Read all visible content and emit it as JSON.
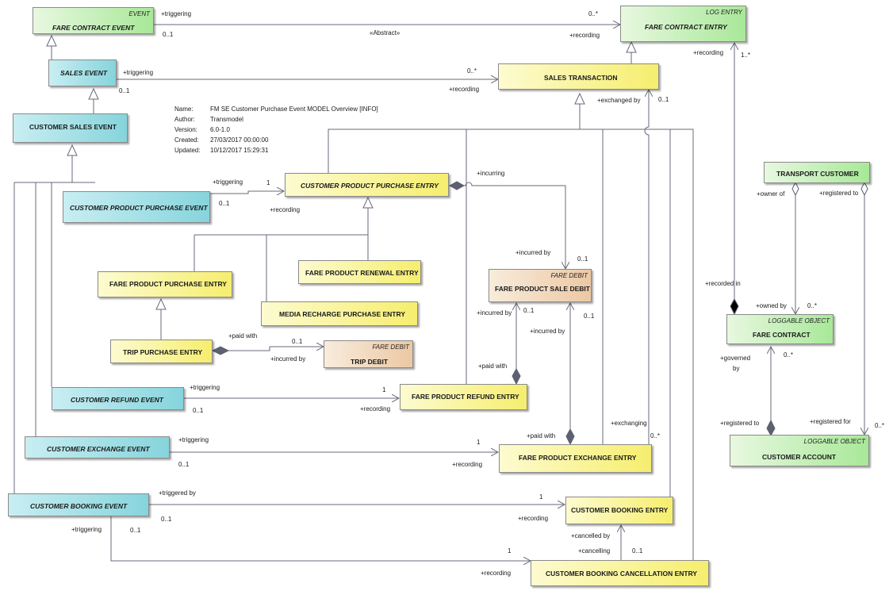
{
  "diagram_info": [
    {
      "key": "Name:",
      "value": "FM SE Customer Purchase Event MODEL Overview [INFO]"
    },
    {
      "key": "Author:",
      "value": "Transmodel"
    },
    {
      "key": "Version:",
      "value": "6.0-1.0"
    },
    {
      "key": "Created:",
      "value": "27/03/2017 00:00:00"
    },
    {
      "key": "Updated:",
      "value": "10/12/2017 15:29:31"
    }
  ],
  "classes": {
    "fare_contract_event": {
      "stereotype": "EVENT",
      "name": "FARE CONTRACT EVENT"
    },
    "fare_contract_entry": {
      "stereotype": "LOG ENTRY",
      "name": "FARE CONTRACT ENTRY"
    },
    "sales_event": {
      "name": "SALES EVENT"
    },
    "sales_transaction": {
      "name": "SALES TRANSACTION"
    },
    "customer_sales_event": {
      "name": "CUSTOMER SALES EVENT"
    },
    "customer_product_purchase_event": {
      "name": "CUSTOMER PRODUCT PURCHASE EVENT"
    },
    "customer_product_purchase_entry": {
      "name": "CUSTOMER PRODUCT PURCHASE ENTRY"
    },
    "fare_product_renewal_entry": {
      "name": "FARE PRODUCT RENEWAL ENTRY"
    },
    "fare_product_purchase_entry": {
      "name": "FARE PRODUCT PURCHASE ENTRY"
    },
    "media_recharge_purchase_entry": {
      "name": "MEDIA RECHARGE PURCHASE ENTRY"
    },
    "fare_product_sale_debit": {
      "stereotype": "FARE DEBIT",
      "name": "FARE PRODUCT SALE DEBIT"
    },
    "trip_purchase_entry": {
      "name": "TRIP PURCHASE ENTRY"
    },
    "trip_debit": {
      "stereotype": "FARE DEBIT",
      "name": "TRIP DEBIT"
    },
    "customer_refund_event": {
      "name": "CUSTOMER REFUND EVENT"
    },
    "fare_product_refund_entry": {
      "name": "FARE PRODUCT REFUND ENTRY"
    },
    "customer_exchange_event": {
      "name": "CUSTOMER EXCHANGE EVENT"
    },
    "fare_product_exchange_entry": {
      "name": "FARE PRODUCT EXCHANGE ENTRY"
    },
    "customer_booking_event": {
      "name": "CUSTOMER BOOKING EVENT"
    },
    "customer_booking_entry": {
      "name": "CUSTOMER BOOKING ENTRY"
    },
    "customer_booking_cancellation_entry": {
      "name": "CUSTOMER BOOKING CANCELLATION ENTRY"
    },
    "transport_customer": {
      "name": "TRANSPORT CUSTOMER"
    },
    "fare_contract": {
      "stereotype": "LOGGABLE OBJECT",
      "name": "FARE CONTRACT"
    },
    "customer_account": {
      "stereotype": "LOGGABLE OBJECT",
      "name": "CUSTOMER ACCOUNT"
    }
  },
  "labels": {
    "fce_triggering": "+triggering",
    "fce_mult_01": "0..1",
    "abstract": "«Abstract»",
    "fcentry_mult_0star": "0..*",
    "fcentry_recording": "+recording",
    "se_triggering": "+triggering",
    "se_mult_01": "0..1",
    "st_mult_0star": "0..*",
    "st_recording": "+recording",
    "st_exchanged_by": "+exchanged by",
    "st_mult_01": "0..1",
    "cppe_triggering": "+triggering",
    "cppe_mult_1": "1",
    "cppe_mult_01": "0..1",
    "cppe_recording": "+recording",
    "incurring": "+incurring",
    "incurred_by_1": "+incurred by",
    "fpsd_mult_01": "0..1",
    "fpsd_incurred_by_2": "+incurred by",
    "fpsd_mult_01b": "0..1",
    "fpsd_incurred_by_3": "+incurred by",
    "fpsd_mult_1": "0..1",
    "trip_paid_with": "+paid with",
    "trip_mult_01": "0..1",
    "trip_incurred_by": "+incurred by",
    "refund_paid_with": "+paid with",
    "cre_triggering": "+triggering",
    "cre_mult_1": "1",
    "cre_mult_01": "0..1",
    "cre_recording": "+recording",
    "exch_paid_with": "+paid with",
    "exch_exchanging": "+exchanging",
    "exch_mult_0star": "0..*",
    "cee_triggering": "+triggering",
    "cee_mult_1": "1",
    "cee_mult_01": "0..1",
    "cee_recording": "+recording",
    "cbe_triggered_by": "+triggered by",
    "cbe_mult_1": "1",
    "cbe_mult_01": "0..1",
    "cbe_recording": "+recording",
    "cbe_triggering": "+triggering",
    "cbe_mult_01b": "0..1",
    "cancelled_by": "+cancelled by",
    "cancelling": "+cancelling",
    "canc_mult_01": "0..1",
    "canc_mult_1": "1",
    "canc_recording": "+recording",
    "fc_recording": "+recording",
    "fc_mult_1star": "1..*",
    "fc_recorded_in": "+recorded in",
    "tc_owner_of": "+owner of",
    "tc_registered_to": "+registered to",
    "fc_owned_by": "+owned by",
    "fc_mult_0star": "0..*",
    "fc_governed": "+governed",
    "fc_by": "by",
    "fc_mult_0star_b": "0..*",
    "ca_registered_to": "+registered to",
    "ca_registered_for": "+registered for",
    "ca_mult_0star": "0..*"
  },
  "colors": {
    "green": "#a8e898",
    "cyan": "#86d4dc",
    "yellow": "#f6ee6e",
    "tan": "#ecc8a4",
    "line": "#6a6a7a",
    "diamond": "#5c6070"
  }
}
